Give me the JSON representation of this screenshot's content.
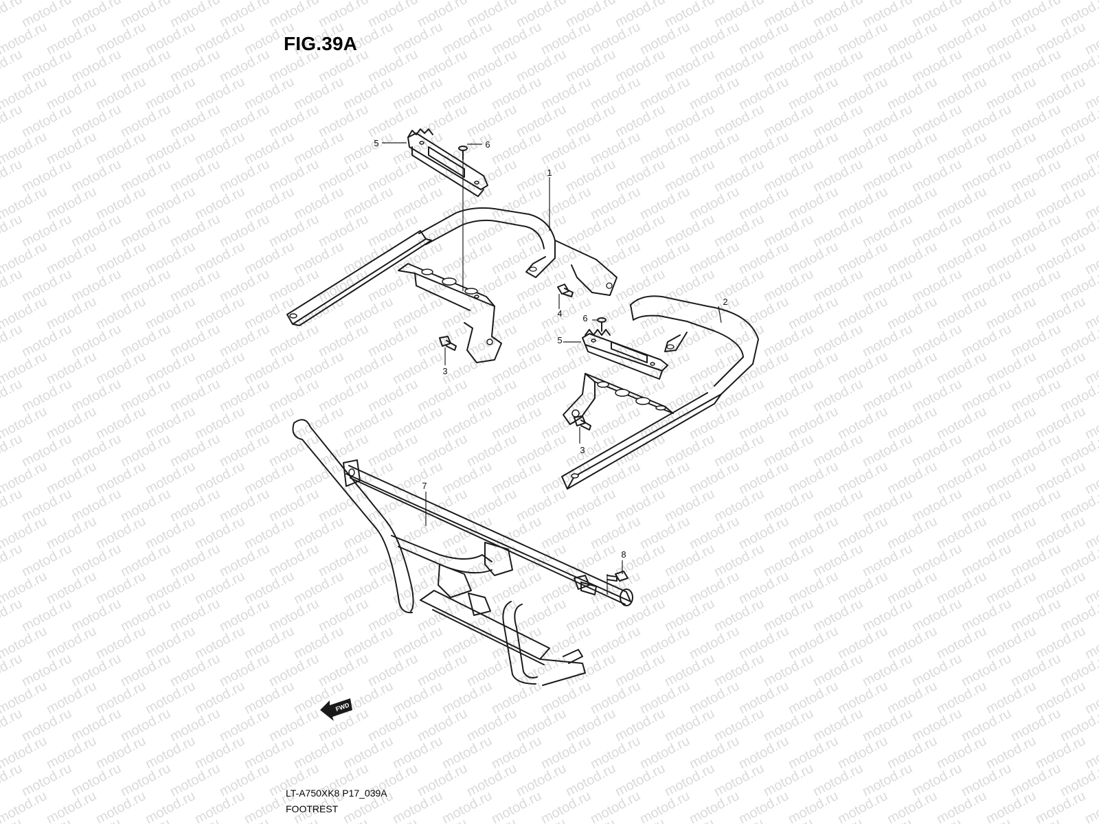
{
  "figure": {
    "title": "FIG.39A",
    "model_code": "LT-A750XK8 P17_039A",
    "name": "FOOTREST"
  },
  "watermark": {
    "text": "motod.ru"
  },
  "callouts": [
    "1",
    "2",
    "3",
    "3",
    "4",
    "5",
    "5",
    "6",
    "6",
    "7",
    "8"
  ],
  "direction_label": "FWD"
}
